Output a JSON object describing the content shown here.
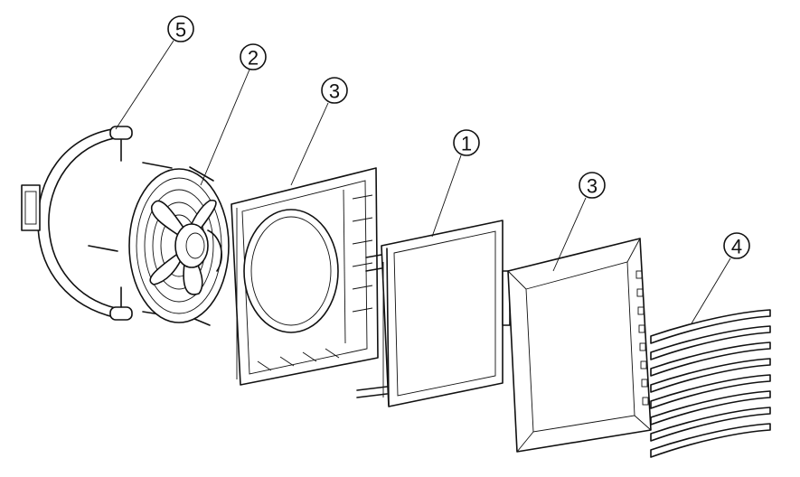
{
  "diagram": {
    "type": "exploded-assembly",
    "callouts": [
      {
        "id": "callout-5",
        "label": "5",
        "part": "mounting-bracket"
      },
      {
        "id": "callout-2",
        "label": "2",
        "part": "fan"
      },
      {
        "id": "callout-3a",
        "label": "3",
        "part": "rear-frame"
      },
      {
        "id": "callout-1",
        "label": "1",
        "part": "heat-exchanger-coil"
      },
      {
        "id": "callout-3b",
        "label": "3",
        "part": "front-frame"
      },
      {
        "id": "callout-4",
        "label": "4",
        "part": "louvers"
      }
    ]
  }
}
